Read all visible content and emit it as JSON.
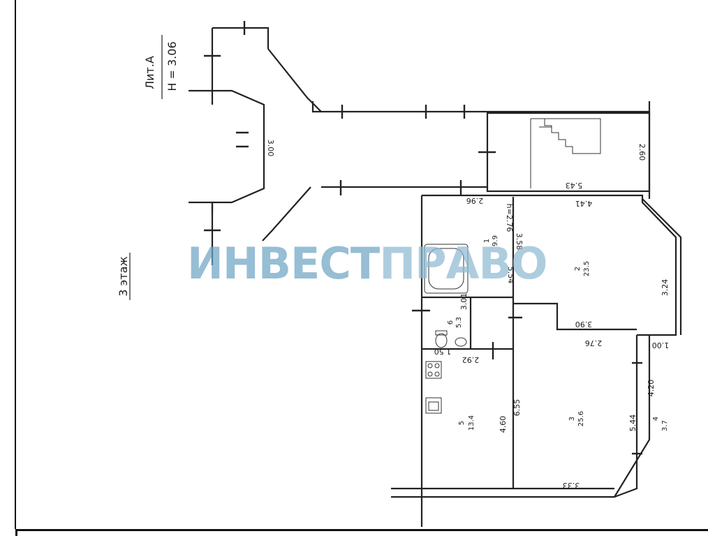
{
  "header": {
    "lit": "Лит.А",
    "height": "H = 3.06",
    "floor": "3 этаж"
  },
  "watermark": {
    "part1": "ИНВЕСТ",
    "part2": "ПРАВО"
  },
  "rooms": {
    "r1": {
      "num": "1",
      "area": "9.9"
    },
    "r2": {
      "num": "2",
      "area": "23.5"
    },
    "r3": {
      "num": "3",
      "area": "25.6"
    },
    "r4": {
      "num": "4",
      "area": "3.7"
    },
    "r5": {
      "num": "5",
      "area": "13.4"
    },
    "r6": {
      "num": "6",
      "area": "5.3"
    }
  },
  "dims": {
    "d300": "3.00",
    "d260": "2.60",
    "d543": "5.43",
    "d296": "2.96",
    "d441": "4.41",
    "h276": "h=2.76",
    "d358": "3.58",
    "d554": "5.54",
    "d324": "3.24",
    "d301": "3.01",
    "d390": "3.90",
    "d276": "2.76",
    "d100": "1.00",
    "d150": "1.50",
    "d292": "2.92",
    "d420": "4.20",
    "d655": "6.55",
    "d460": "4.60",
    "d544": "5.44",
    "d333": "3.33"
  }
}
